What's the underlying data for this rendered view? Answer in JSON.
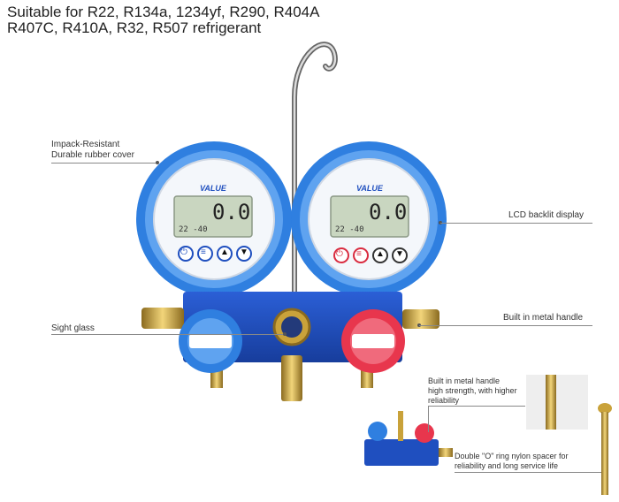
{
  "title": {
    "line1": "Suitable for R22, R134a, 1234yf, R290, R404A",
    "line2": "R407C, R410A, R32, R507 refrigerant"
  },
  "callouts": {
    "rubber_cover_1": "Impack-Resistant",
    "rubber_cover_2": "Durable rubber cover",
    "lcd": "LCD backlit display",
    "sight_glass": "Sight glass",
    "metal_handle": "Built in metal handle",
    "detail_handle_1": "Built in metal handle",
    "detail_handle_2": "high strength, with higher",
    "detail_handle_3": "reliability",
    "oring_1": "Double \"O\" ring nylon spacer for",
    "oring_2": "reliability and long service life"
  },
  "gauges": {
    "left": {
      "brand": "VALUE",
      "reading": "0.0",
      "sub": "22  -40"
    },
    "right": {
      "brand": "VALUE",
      "reading": "0.0",
      "sub": "22  -40"
    }
  },
  "colors": {
    "gauge_blue": "#2f7fe0",
    "manifold_blue": "#1f4fbf",
    "valve_red": "#e8364d",
    "brass": "#c9a23a",
    "lcd_green": "#c9d6c0"
  },
  "icons": [
    "power-icon",
    "menu-icon",
    "up-arrow-icon",
    "down-arrow-icon"
  ]
}
